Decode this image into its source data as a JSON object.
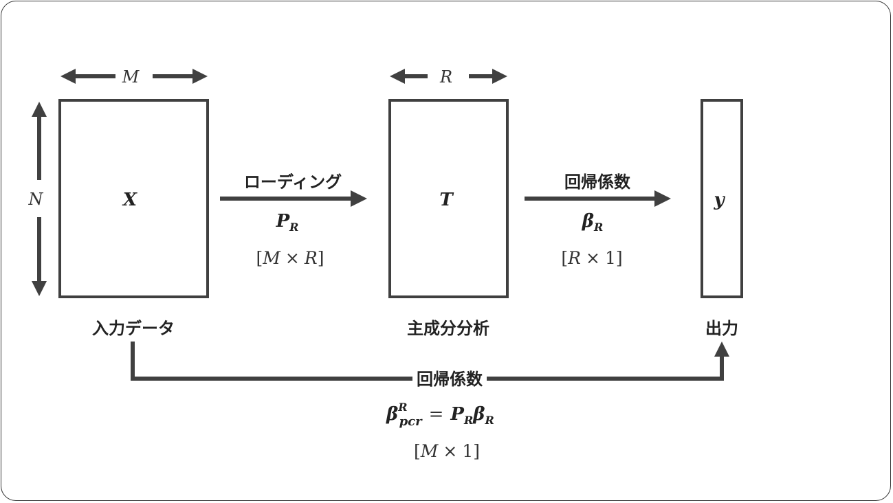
{
  "matrices": {
    "x": {
      "symbol": "X",
      "caption": "入力データ",
      "width_label": "M",
      "height_label": "N"
    },
    "t": {
      "symbol": "T",
      "caption": "主成分分析",
      "width_label": "R"
    },
    "y": {
      "symbol": "y",
      "caption": "出力"
    }
  },
  "arrow_loading": {
    "title": "ローディング",
    "sym_main": "P",
    "sym_sub": "R",
    "dims": {
      "open": "[",
      "a": "M",
      "times": "×",
      "b": "R",
      "close": "]"
    }
  },
  "arrow_regression": {
    "title": "回帰係数",
    "sym_main": "β",
    "sym_sub": "R",
    "dims": {
      "open": "[",
      "a": "R",
      "times": "×",
      "b": "1",
      "close": "]"
    }
  },
  "arrow_bottom": {
    "title": "回帰係数",
    "beta": "β",
    "sup": "R",
    "sub": "pcr",
    "equals": "=",
    "p_main": "P",
    "p_sub": "R",
    "b_main": "β",
    "b_sub": "R",
    "dims": {
      "open": "[",
      "a": "M",
      "times": "×",
      "b": "1",
      "close": "]"
    }
  },
  "colors": {
    "stroke": "#404040",
    "text": "#222222"
  }
}
